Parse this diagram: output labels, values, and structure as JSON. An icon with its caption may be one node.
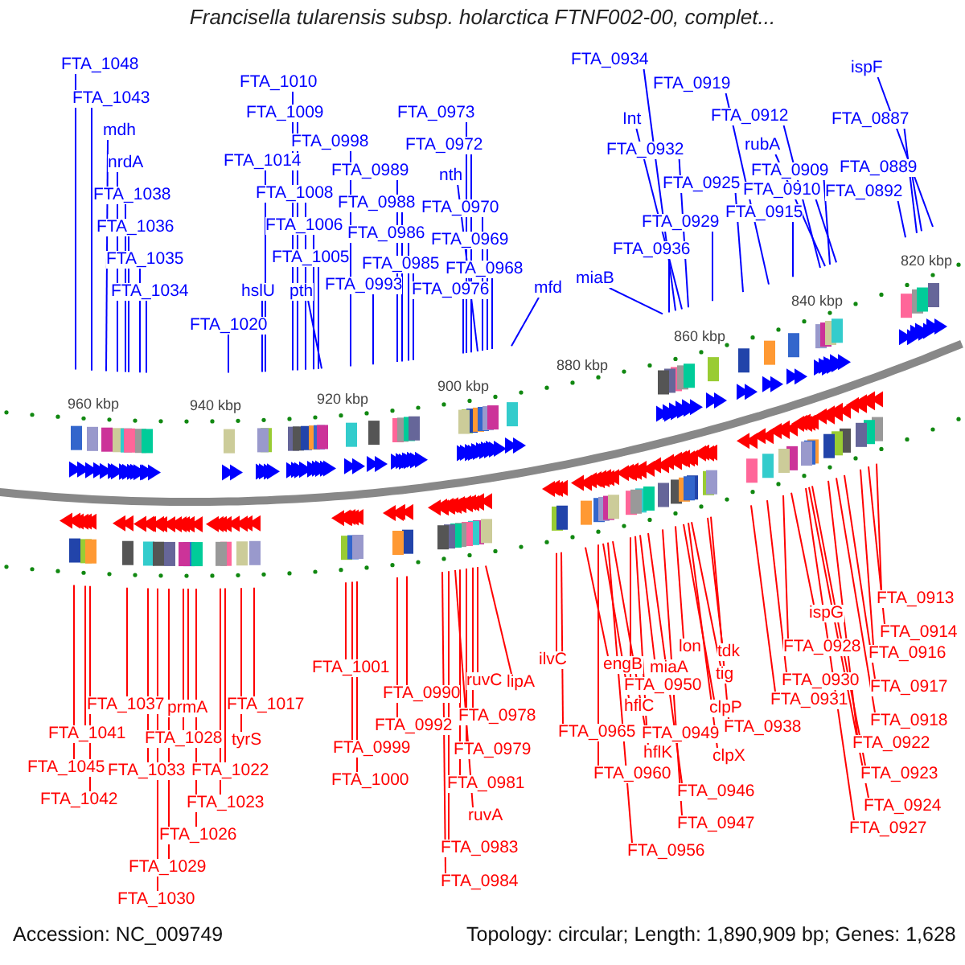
{
  "diagram": {
    "title": "Francisella tularensis subsp. holarctica FTNF002-00, complet...",
    "nodes": [
      {
        "text": [
          "FTA_1048"
        ]
      },
      {
        "text": [
          "FTA_1043"
        ]
      },
      {
        "text": [
          "mdh"
        ]
      },
      {
        "text": [
          "nrdA"
        ]
      },
      {
        "text": [
          "FTA_1038"
        ]
      },
      {
        "text": [
          "FTA_1036"
        ]
      },
      {
        "text": [
          "FTA_1035"
        ]
      },
      {
        "text": [
          "FTA_1034"
        ]
      },
      {
        "text": [
          "FTA_1010"
        ]
      },
      {
        "text": [
          "FTA_1009"
        ]
      },
      {
        "text": [
          "FTA_1014"
        ]
      },
      {
        "text": [
          "FTA_1008"
        ]
      },
      {
        "text": [
          "FTA_1006"
        ]
      },
      {
        "text": [
          "FTA_1005"
        ]
      },
      {
        "text": [
          "hslU"
        ]
      },
      {
        "text": [
          "pth"
        ]
      },
      {
        "text": [
          "FTA_1020"
        ]
      },
      {
        "text": [
          "FTA_0998"
        ]
      },
      {
        "text": [
          "FTA_0989"
        ]
      },
      {
        "text": [
          "FTA_0988"
        ]
      },
      {
        "text": [
          "FTA_0986"
        ]
      },
      {
        "text": [
          "FTA_0985"
        ]
      },
      {
        "text": [
          "FTA_0993"
        ]
      },
      {
        "text": [
          "FTA_0973"
        ]
      },
      {
        "text": [
          "FTA_0972"
        ]
      },
      {
        "text": [
          "nth"
        ]
      },
      {
        "text": [
          "FTA_0970"
        ]
      },
      {
        "text": [
          "FTA_0969"
        ]
      },
      {
        "text": [
          "FTA_0968"
        ]
      },
      {
        "text": [
          "FTA_0976"
        ]
      },
      {
        "text": [
          "mfd"
        ]
      },
      {
        "text": [
          "FTA_0934"
        ]
      },
      {
        "text": [
          "Int"
        ]
      },
      {
        "text": [
          "FTA_0932"
        ]
      },
      {
        "text": [
          "FTA_0936"
        ]
      },
      {
        "text": [
          "miaB"
        ]
      },
      {
        "text": [
          "FTA_0929"
        ]
      },
      {
        "text": [
          "FTA_0925"
        ]
      },
      {
        "text": [
          "FTA_0919"
        ]
      },
      {
        "text": [
          "FTA_0915"
        ]
      },
      {
        "text": [
          "FTA_0912"
        ]
      },
      {
        "text": [
          "rubA"
        ]
      },
      {
        "text": [
          "FTA_0909"
        ]
      },
      {
        "text": [
          "FTA_0910"
        ]
      },
      {
        "text": [
          "FTA_0892"
        ]
      },
      {
        "text": [
          "FTA_0887"
        ]
      },
      {
        "text": [
          "FTA_0889"
        ]
      },
      {
        "text": [
          "ispF"
        ]
      },
      {
        "text": [
          "FTA_1037"
        ]
      },
      {
        "text": [
          "FTA_1041"
        ]
      },
      {
        "text": [
          "FTA_1045"
        ]
      },
      {
        "text": [
          "FTA_1042"
        ]
      },
      {
        "text": [
          "prmA"
        ]
      },
      {
        "text": [
          "FTA_1017"
        ]
      },
      {
        "text": [
          "FTA_1028"
        ]
      },
      {
        "text": [
          "tyrS"
        ]
      },
      {
        "text": [
          "FTA_1033"
        ]
      },
      {
        "text": [
          "FTA_1022"
        ]
      },
      {
        "text": [
          "FTA_1023"
        ]
      },
      {
        "text": [
          "FTA_1026"
        ]
      },
      {
        "text": [
          "FTA_1029"
        ]
      },
      {
        "text": [
          "FTA_1030"
        ]
      },
      {
        "text": [
          "FTA_1001"
        ]
      },
      {
        "text": [
          "FTA_0990"
        ]
      },
      {
        "text": [
          "FTA_0992"
        ]
      },
      {
        "text": [
          "FTA_0999"
        ]
      },
      {
        "text": [
          "FTA_1000"
        ]
      },
      {
        "text": [
          "ruvC"
        ]
      },
      {
        "text": [
          "lipA"
        ]
      },
      {
        "text": [
          "FTA_0978"
        ]
      },
      {
        "text": [
          "FTA_0979"
        ]
      },
      {
        "text": [
          "FTA_0981"
        ]
      },
      {
        "text": [
          "ruvA"
        ]
      },
      {
        "text": [
          "FTA_0983"
        ]
      },
      {
        "text": [
          "FTA_0984"
        ]
      },
      {
        "text": [
          "ilvC"
        ]
      },
      {
        "text": [
          "FTA_0965"
        ]
      },
      {
        "text": [
          "engB"
        ]
      },
      {
        "text": [
          "FTA_0960"
        ]
      },
      {
        "text": [
          "hflC"
        ]
      },
      {
        "text": [
          "FTA_0956"
        ]
      },
      {
        "text": [
          "hflK"
        ]
      },
      {
        "text": [
          "miaA"
        ]
      },
      {
        "text": [
          "FTA_0950"
        ]
      },
      {
        "text": [
          "FTA_0949"
        ]
      },
      {
        "text": [
          "FTA_0946"
        ]
      },
      {
        "text": [
          "FTA_0947"
        ]
      },
      {
        "text": [
          "lon"
        ]
      },
      {
        "text": [
          "tdk"
        ]
      },
      {
        "text": [
          "tig"
        ]
      },
      {
        "text": [
          "clpP"
        ]
      },
      {
        "text": [
          "clpX"
        ]
      },
      {
        "text": [
          "FTA_0938"
        ]
      },
      {
        "text": [
          "ispG"
        ]
      },
      {
        "text": [
          "FTA_0928"
        ]
      },
      {
        "text": [
          "FTA_0930"
        ]
      },
      {
        "text": [
          "FTA_0931"
        ]
      },
      {
        "text": [
          "FTA_0913"
        ]
      },
      {
        "text": [
          "FTA_0914"
        ]
      },
      {
        "text": [
          "FTA_0916"
        ]
      },
      {
        "text": [
          "FTA_0917"
        ]
      },
      {
        "text": [
          "FTA_0918"
        ]
      },
      {
        "text": [
          "FTA_0922"
        ]
      },
      {
        "text": [
          "FTA_0923"
        ]
      },
      {
        "text": [
          "FTA_0924"
        ]
      },
      {
        "text": [
          "FTA_0927"
        ]
      }
    ],
    "edges": [
      {
        "from": 0,
        "to": null,
        "arrow": "none",
        "color": "#0000ff"
      },
      {
        "from": 1,
        "to": null,
        "arrow": "none",
        "color": "#0000ff"
      },
      {
        "from": 2,
        "to": null,
        "arrow": "none",
        "color": "#0000ff"
      },
      {
        "from": 3,
        "to": null,
        "arrow": "none",
        "color": "#0000ff"
      },
      {
        "from": 4,
        "to": null,
        "arrow": "none",
        "color": "#0000ff"
      },
      {
        "from": 5,
        "to": null,
        "arrow": "none",
        "color": "#0000ff"
      },
      {
        "from": 6,
        "to": null,
        "arrow": "none",
        "color": "#0000ff"
      },
      {
        "from": 7,
        "to": null,
        "arrow": "none",
        "color": "#0000ff"
      },
      {
        "from": 8,
        "to": null,
        "arrow": "none",
        "color": "#0000ff"
      },
      {
        "from": 9,
        "to": null,
        "arrow": "none",
        "color": "#0000ff"
      },
      {
        "from": 10,
        "to": null,
        "arrow": "none",
        "color": "#0000ff"
      },
      {
        "from": 11,
        "to": null,
        "arrow": "none",
        "color": "#0000ff"
      },
      {
        "from": 12,
        "to": null,
        "arrow": "none",
        "color": "#0000ff"
      },
      {
        "from": 13,
        "to": null,
        "arrow": "none",
        "color": "#0000ff"
      },
      {
        "from": 14,
        "to": null,
        "arrow": "none",
        "color": "#0000ff"
      },
      {
        "from": 15,
        "to": null,
        "arrow": "none",
        "color": "#0000ff"
      },
      {
        "from": 16,
        "to": null,
        "arrow": "none",
        "color": "#0000ff"
      },
      {
        "from": 17,
        "to": null,
        "arrow": "none",
        "color": "#0000ff"
      },
      {
        "from": 18,
        "to": null,
        "arrow": "none",
        "color": "#0000ff"
      },
      {
        "from": 19,
        "to": null,
        "arrow": "none",
        "color": "#0000ff"
      },
      {
        "from": 20,
        "to": null,
        "arrow": "none",
        "color": "#0000ff"
      },
      {
        "from": 21,
        "to": null,
        "arrow": "none",
        "color": "#0000ff"
      },
      {
        "from": 22,
        "to": null,
        "arrow": "none",
        "color": "#0000ff"
      },
      {
        "from": 23,
        "to": null,
        "arrow": "none",
        "color": "#0000ff"
      },
      {
        "from": 24,
        "to": null,
        "arrow": "none",
        "color": "#0000ff"
      },
      {
        "from": 25,
        "to": null,
        "arrow": "none",
        "color": "#0000ff"
      },
      {
        "from": 26,
        "to": null,
        "arrow": "none",
        "color": "#0000ff"
      },
      {
        "from": 27,
        "to": null,
        "arrow": "none",
        "color": "#0000ff"
      },
      {
        "from": 28,
        "to": null,
        "arrow": "none",
        "color": "#0000ff"
      },
      {
        "from": 29,
        "to": null,
        "arrow": "none",
        "color": "#0000ff"
      },
      {
        "from": 30,
        "to": null,
        "arrow": "none",
        "color": "#0000ff"
      },
      {
        "from": 31,
        "to": null,
        "arrow": "none",
        "color": "#0000ff"
      },
      {
        "from": 32,
        "to": null,
        "arrow": "none",
        "color": "#0000ff"
      },
      {
        "from": 33,
        "to": null,
        "arrow": "none",
        "color": "#0000ff"
      },
      {
        "from": 34,
        "to": null,
        "arrow": "none",
        "color": "#0000ff"
      },
      {
        "from": 35,
        "to": null,
        "arrow": "none",
        "color": "#0000ff"
      },
      {
        "from": 36,
        "to": null,
        "arrow": "none",
        "color": "#0000ff"
      },
      {
        "from": 37,
        "to": null,
        "arrow": "none",
        "color": "#0000ff"
      },
      {
        "from": 38,
        "to": null,
        "arrow": "none",
        "color": "#0000ff"
      },
      {
        "from": 39,
        "to": null,
        "arrow": "none",
        "color": "#0000ff"
      },
      {
        "from": 40,
        "to": null,
        "arrow": "none",
        "color": "#0000ff"
      },
      {
        "from": 41,
        "to": null,
        "arrow": "none",
        "color": "#0000ff"
      },
      {
        "from": 42,
        "to": null,
        "arrow": "none",
        "color": "#0000ff"
      },
      {
        "from": 43,
        "to": null,
        "arrow": "none",
        "color": "#0000ff"
      },
      {
        "from": 44,
        "to": null,
        "arrow": "none",
        "color": "#0000ff"
      },
      {
        "from": 45,
        "to": null,
        "arrow": "none",
        "color": "#0000ff"
      },
      {
        "from": 46,
        "to": null,
        "arrow": "none",
        "color": "#0000ff"
      },
      {
        "from": 47,
        "to": null,
        "arrow": "none",
        "color": "#0000ff"
      },
      {
        "from": 48,
        "to": null,
        "arrow": "none"
      },
      {
        "from": 49,
        "to": null,
        "arrow": "none"
      },
      {
        "from": 50,
        "to": null,
        "arrow": "none"
      },
      {
        "from": 51,
        "to": null,
        "arrow": "none"
      },
      {
        "from": 52,
        "to": null,
        "arrow": "none"
      },
      {
        "from": 53,
        "to": null,
        "arrow": "none"
      },
      {
        "from": 54,
        "to": null,
        "arrow": "none"
      },
      {
        "from": 55,
        "to": null,
        "arrow": "none"
      },
      {
        "from": 56,
        "to": null,
        "arrow": "none"
      },
      {
        "from": 57,
        "to": null,
        "arrow": "none"
      },
      {
        "from": 58,
        "to": null,
        "arrow": "none"
      },
      {
        "from": 59,
        "to": null,
        "arrow": "none"
      },
      {
        "from": 60,
        "to": null,
        "arrow": "none"
      },
      {
        "from": 61,
        "to": null,
        "arrow": "none"
      },
      {
        "from": 62,
        "to": null,
        "arrow": "none"
      },
      {
        "from": 63,
        "to": null,
        "arrow": "none"
      },
      {
        "from": 64,
        "to": null,
        "arrow": "none"
      },
      {
        "from": 65,
        "to": null,
        "arrow": "none"
      },
      {
        "from": 66,
        "to": null,
        "arrow": "none"
      },
      {
        "from": 67,
        "to": null,
        "arrow": "none"
      },
      {
        "from": 68,
        "to": null,
        "arrow": "none"
      },
      {
        "from": 69,
        "to": null,
        "arrow": "none"
      },
      {
        "from": 70,
        "to": null,
        "arrow": "none"
      },
      {
        "from": 71,
        "to": null,
        "arrow": "none"
      },
      {
        "from": 72,
        "to": null,
        "arrow": "none"
      },
      {
        "from": 73,
        "to": null,
        "arrow": "none"
      },
      {
        "from": 74,
        "to": null,
        "arrow": "none"
      },
      {
        "from": 75,
        "to": null,
        "arrow": "none"
      },
      {
        "from": 76,
        "to": null,
        "arrow": "none"
      },
      {
        "from": 77,
        "to": null,
        "arrow": "none"
      },
      {
        "from": 78,
        "to": null,
        "arrow": "none"
      },
      {
        "from": 79,
        "to": null,
        "arrow": "none"
      },
      {
        "from": 80,
        "to": null,
        "arrow": "none"
      },
      {
        "from": 81,
        "to": null,
        "arrow": "none"
      },
      {
        "from": 82,
        "to": null,
        "arrow": "none"
      },
      {
        "from": 83,
        "to": null,
        "arrow": "none"
      },
      {
        "from": 84,
        "to": null,
        "arrow": "none"
      },
      {
        "from": 85,
        "to": null,
        "arrow": "none"
      },
      {
        "from": 86,
        "to": null,
        "arrow": "none"
      },
      {
        "from": 87,
        "to": null,
        "arrow": "none"
      },
      {
        "from": 88,
        "to": null,
        "arrow": "none"
      },
      {
        "from": 89,
        "to": null,
        "arrow": "none"
      },
      {
        "from": 90,
        "to": null,
        "arrow": "none"
      },
      {
        "from": 91,
        "to": null,
        "arrow": "none"
      },
      {
        "from": 92,
        "to": null,
        "arrow": "none"
      },
      {
        "from": 93,
        "to": null,
        "arrow": "none"
      },
      {
        "from": 94,
        "to": null,
        "arrow": "none"
      },
      {
        "from": 95,
        "to": null,
        "arrow": "none"
      },
      {
        "from": 96,
        "to": null,
        "arrow": "none"
      },
      {
        "from": 97,
        "to": null,
        "arrow": "none"
      },
      {
        "from": 98,
        "to": null,
        "arrow": "none"
      },
      {
        "from": 99,
        "to": null,
        "arrow": "none"
      },
      {
        "from": 100,
        "to": null,
        "arrow": "none"
      },
      {
        "from": 101,
        "to": null,
        "arrow": "none"
      },
      {
        "from": 102,
        "to": null,
        "arrow": "none"
      },
      {
        "from": 103,
        "to": null,
        "arrow": "none"
      },
      {
        "from": 104,
        "to": null,
        "arrow": "none"
      },
      {
        "from": 105,
        "to": null,
        "arrow": "none"
      }
    ],
    "labels": [
      "960 kbp",
      "940 kbp",
      "920 kbp",
      "900 kbp",
      "880 kbp",
      "860 kbp",
      "840 kbp",
      "820 kbp",
      "Accession: NC_009749",
      "Topology: circular; Length: 1,890,909 bp; Genes: 1,628"
    ]
  }
}
